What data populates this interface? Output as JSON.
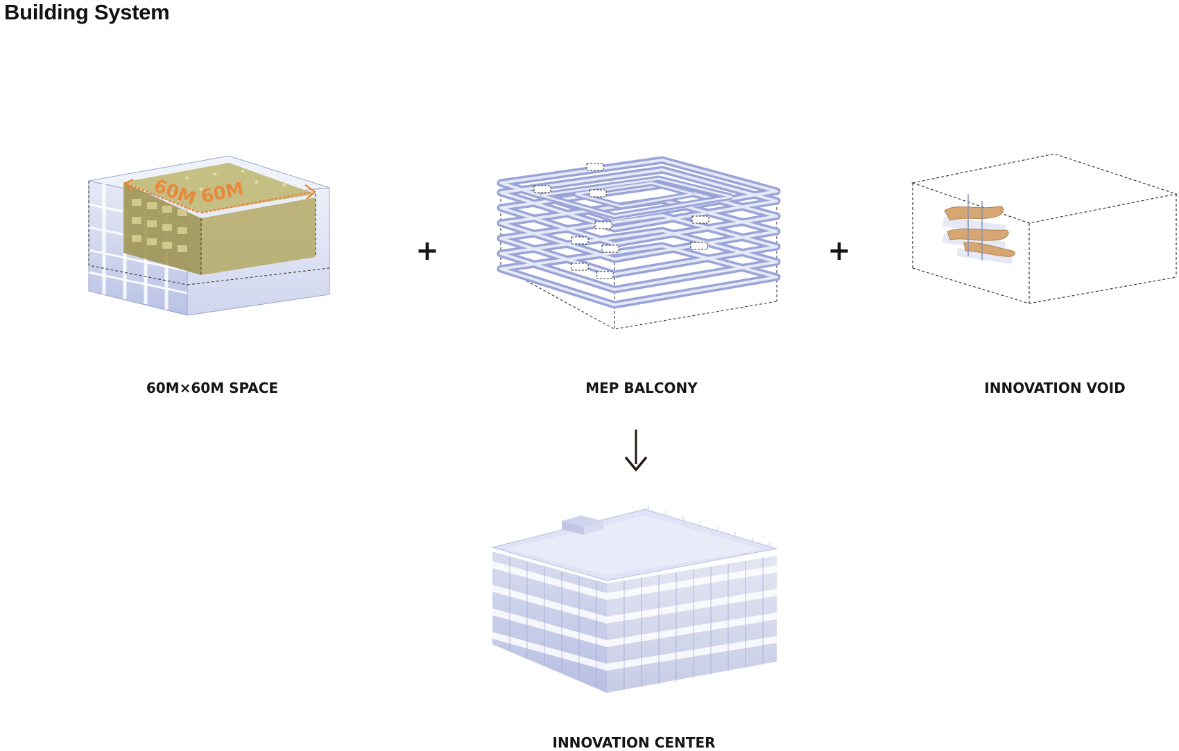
{
  "page": {
    "title": "Building System"
  },
  "components": [
    {
      "id": "space",
      "label": "60M×60M SPACE",
      "dim_x": "60M",
      "dim_y": "60M"
    },
    {
      "id": "mep",
      "label": "MEP BALCONY"
    },
    {
      "id": "void",
      "label": "INNOVATION VOID"
    }
  ],
  "operators": {
    "plus": "+"
  },
  "result": {
    "label": "INNOVATION CENTER"
  },
  "colors": {
    "glass": "#c9cfe8",
    "volume": "#a89c52",
    "ring": "#aab3dd",
    "wood": "#d6a673",
    "dim": "#e8873a"
  }
}
